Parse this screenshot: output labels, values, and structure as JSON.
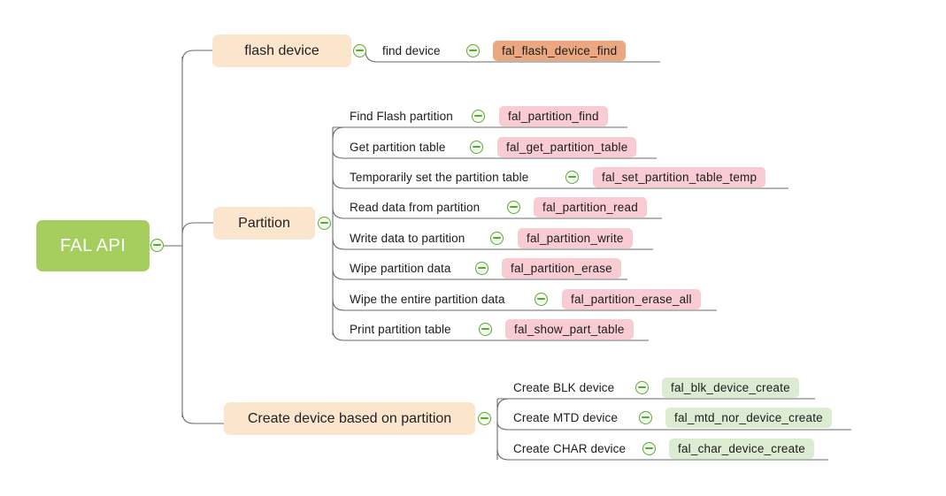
{
  "diagram": {
    "type": "mind-map",
    "title": "FAL API",
    "colors": {
      "root_fill": "#a6ce5e",
      "branch_fill": "#fbe5cd",
      "badge_orange": "#eaa780",
      "badge_pink": "#f9ccd3",
      "badge_green": "#dcecd2",
      "connector": "#6b6b6b",
      "toggle_stroke": "#59a832",
      "background": "#ffffff"
    },
    "root": {
      "label": "FAL API"
    },
    "branches": [
      {
        "id": "flash-device",
        "label": "flash device",
        "badge_style": "orange",
        "leaves": [
          {
            "label": "find device",
            "api": "fal_flash_device_find"
          }
        ]
      },
      {
        "id": "partition",
        "label": "Partition",
        "badge_style": "pink",
        "leaves": [
          {
            "label": "Find Flash partition",
            "api": "fal_partition_find"
          },
          {
            "label": "Get partition table",
            "api": "fal_get_partition_table"
          },
          {
            "label": "Temporarily set the partition table",
            "api": "fal_set_partition_table_temp"
          },
          {
            "label": "Read data from partition",
            "api": "fal_partition_read"
          },
          {
            "label": "Write data to partition",
            "api": "fal_partition_write"
          },
          {
            "label": "Wipe partition data",
            "api": "fal_partition_erase"
          },
          {
            "label": "Wipe the entire partition data",
            "api": "fal_partition_erase_all"
          },
          {
            "label": "Print partition table",
            "api": "fal_show_part_table"
          }
        ]
      },
      {
        "id": "create-device",
        "label": "Create device based on partition",
        "badge_style": "green",
        "leaves": [
          {
            "label": "Create BLK device",
            "api": "fal_blk_device_create"
          },
          {
            "label": "Create MTD device",
            "api": "fal_mtd_nor_device_create"
          },
          {
            "label": "Create CHAR device",
            "api": "fal_char_device_create"
          }
        ]
      }
    ],
    "toggle_icon": "collapse-minus-icon"
  }
}
